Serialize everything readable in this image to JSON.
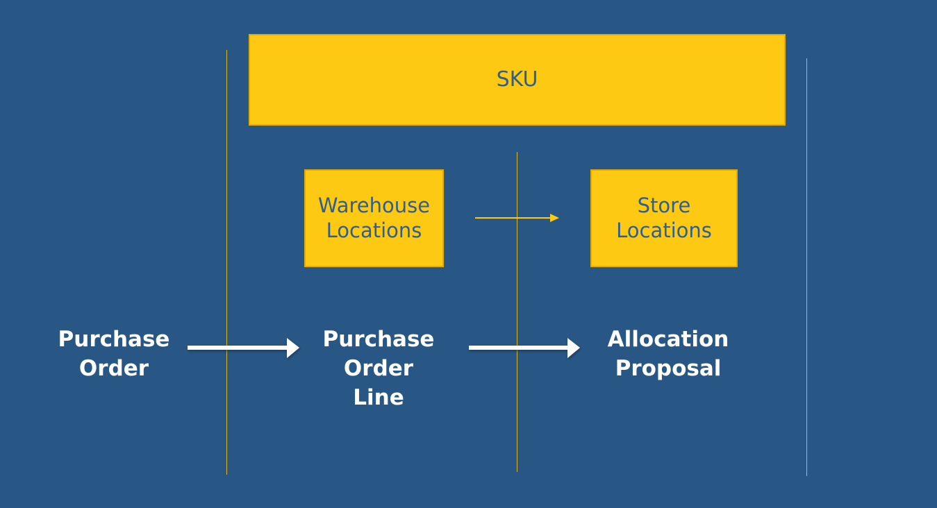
{
  "diagram": {
    "sku_box": {
      "label": "SKU"
    },
    "warehouse_box": {
      "label": "Warehouse\nLocations"
    },
    "store_box": {
      "label": "Store\nLocations"
    },
    "purchase_order": {
      "label": "Purchase\nOrder"
    },
    "purchase_order_line": {
      "label": "Purchase\nOrder\nLine"
    },
    "allocation_proposal": {
      "label": "Allocation\nProposal"
    }
  },
  "colors": {
    "background": "#285785",
    "box_fill": "#fdc913",
    "box_border": "#e2ac08",
    "box_text": "#2f5f90",
    "divider": "#f2c21a",
    "label_text": "#ffffff",
    "flow_arrow": "#ffffff"
  }
}
